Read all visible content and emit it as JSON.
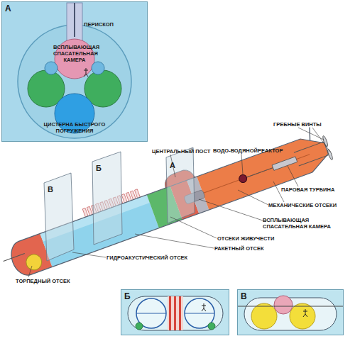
{
  "diagram": {
    "nodes": [
      {
        "text": [
          "А"
        ]
      },
      {
        "text": [
          "Б"
        ]
      },
      {
        "text": [
          "В"
        ]
      }
    ],
    "labels": [
      "ПЕРИСКОП",
      "ВСПЛЫВАЮЩАЯ СПАСАТЕЛЬНАЯ КАМЕРА",
      "ЦИСТЕРНА БЫСТРОГО ПОГРУЖЕНИЯ",
      "ГРЕБНЫЕ ВИНТЫ",
      "ЦЕНТРАЛЬНЫЙ ПОСТ",
      "ВОДО-ВОДЯНОЙРЕАКТОР",
      "А",
      "Б",
      "В",
      "ПАРОВАЯ ТУРБИНА",
      "МЕХАНИЧЕСКИЕ ОТСЕКИ",
      "ВСПЛЫВАЮЩАЯ СПАСАТЕЛЬНАЯ КАМЕРА",
      "ОТСЕКИ ЖИВУЧЕСТИ",
      "РАКЕТНЫЙ ОТСЕК",
      "ГИДРОАКУСТИЧЕСКИЙ ОТСЕК",
      "ТОРПЕДНЫЙ ОТСЕК"
    ]
  }
}
